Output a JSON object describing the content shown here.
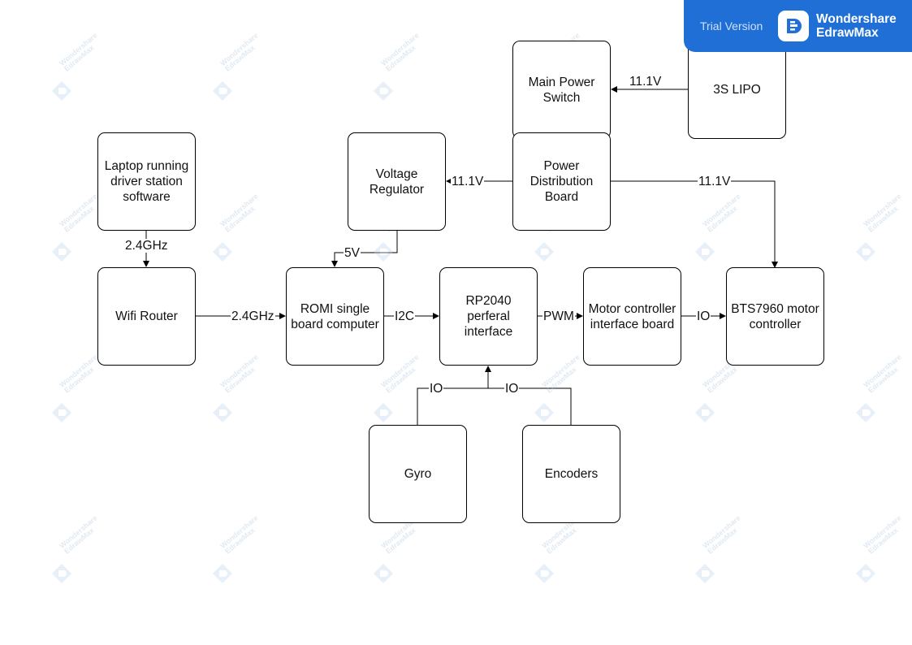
{
  "banner": {
    "trial_text": "Trial Version",
    "brand_name": "Wondershare\nEdrawMax",
    "color": "#1f6fd6",
    "logo_icon": "edrawmax-logo-icon"
  },
  "watermark": {
    "text": "Wondershare\nEdrawMax",
    "icon": "edrawmax-logo-icon",
    "color": "#a9c2d9"
  },
  "nodes": {
    "main_power_switch": "Main Power\nSwitch",
    "lipo": "3S LIPO",
    "laptop": "Laptop running\ndriver station\nsoftware",
    "voltage_regulator": "Voltage\nRegulator",
    "power_distribution": "Power\nDistribution\nBoard",
    "wifi_router": "Wifi Router",
    "romi": "ROMI single\nboard computer",
    "rp2040": "RP2040\nperferal\ninterface",
    "motor_interface": "Motor controller\ninterface board",
    "bts7960": "BTS7960 motor\ncontroller",
    "gyro": "Gyro",
    "encoders": "Encoders"
  },
  "edges": {
    "lipo_to_switch": "11.1V",
    "pdb_to_regulator": "11.1V",
    "pdb_to_motor": "11.1V",
    "laptop_to_router": "2.4GHz",
    "regulator_to_romi": "5V",
    "router_to_romi": "2.4GHz",
    "romi_to_rp2040": "I2C",
    "rp2040_to_interface": "PWM",
    "interface_to_motor": "IO",
    "gyro_to_rp2040": "IO",
    "encoders_to_rp2040": "IO"
  }
}
